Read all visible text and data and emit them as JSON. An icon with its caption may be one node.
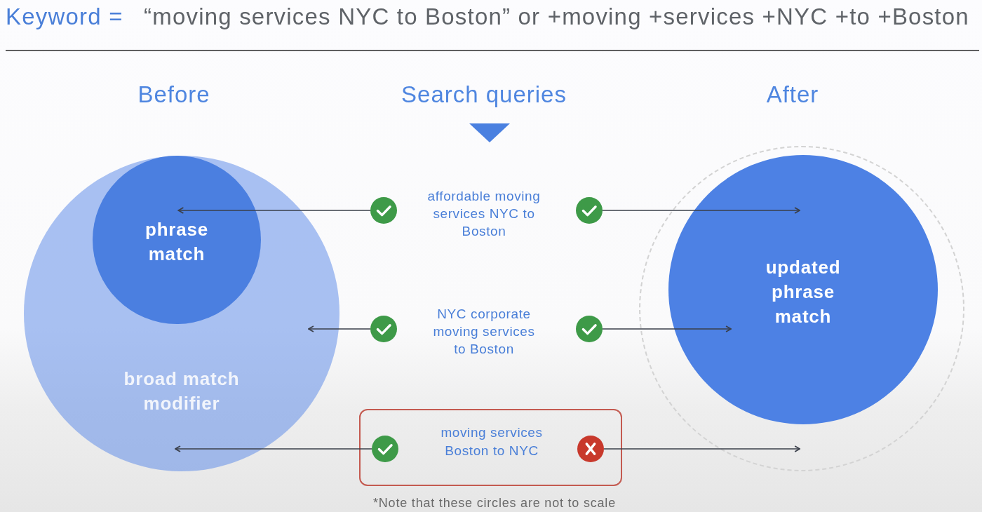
{
  "diagram": {
    "title": "Keyword =",
    "caption": "*Note that these circles are not to scale",
    "nodes": [
      {
        "text": [
          "broad match modifier"
        ]
      },
      {
        "text": [
          "phrase match"
        ],
        "in": 0
      },
      {
        "text": [],
        "shape": "check"
      },
      {
        "text": [],
        "shape": "check"
      },
      {
        "text": [],
        "shape": "check"
      },
      {
        "text": [],
        "shape": "check"
      },
      {
        "text": [
          "moving services Boston to NYC"
        ]
      },
      {
        "text": [],
        "shape": "check",
        "in": 6
      },
      {
        "text": [],
        "shape": "cross",
        "in": 6
      },
      {
        "text": [],
        "shape": "circle"
      },
      {
        "text": [
          "updated phrase match"
        ],
        "in": 9
      }
    ],
    "edges": [
      {
        "from": 2,
        "to": 1,
        "arrow": "to"
      },
      {
        "from": 3,
        "to": 10,
        "arrow": "to"
      },
      {
        "from": 4,
        "to": 0,
        "arrow": "to"
      },
      {
        "from": 5,
        "to": 10,
        "arrow": "to"
      },
      {
        "from": 7,
        "to": 0,
        "arrow": "to"
      },
      {
        "from": 8,
        "to": 9,
        "arrow": "to"
      }
    ],
    "labels": [
      "“moving services NYC to Boston” or +moving +services +NYC +to +Boston",
      "Before",
      "Search queries",
      "After",
      "affordable moving services NYC to Boston",
      "NYC corporate moving services to Boston"
    ]
  }
}
